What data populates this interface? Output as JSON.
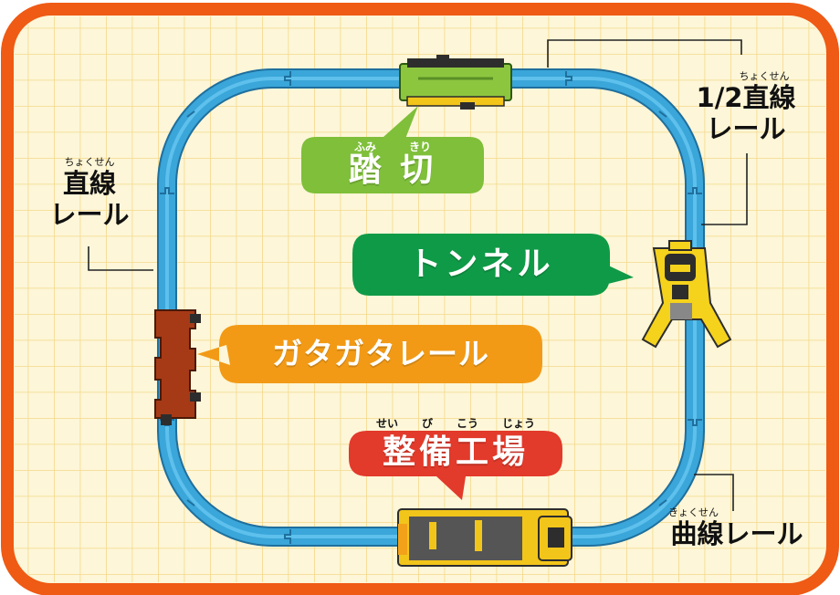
{
  "colors": {
    "frame": "#ef5a14",
    "background": "#fdf6d8",
    "grid": "#f4d98a",
    "rail": "#3aa6d9",
    "rail_dark": "#1f6f9d",
    "crossing": "#7fbf3a",
    "tunnel": "#0f9a47",
    "gatagata": "#f29a16",
    "workshop": "#e23a2b"
  },
  "labels": {
    "straight_left": {
      "ruby": "ちょくせん",
      "line1": "直線",
      "line2": "レール"
    },
    "half_straight": {
      "ruby": "ちょくせん",
      "line1": "1/2直線",
      "line2": "レール"
    },
    "curve": {
      "ruby": "きょくせん",
      "text": "曲線レール"
    }
  },
  "bubbles": {
    "crossing": {
      "text": "踏 切",
      "ruby": [
        "ふみ",
        "きり"
      ]
    },
    "tunnel": {
      "text": "トンネル"
    },
    "gatagata": {
      "text": "ガタガタレール"
    },
    "workshop": {
      "text": "整備工場",
      "ruby": [
        "せい",
        "び",
        "こう",
        "じょう"
      ]
    }
  },
  "icons": [
    "railroad-crossing-icon",
    "tunnel-robot-icon",
    "bumpy-rail-icon",
    "repair-workshop-icon"
  ]
}
